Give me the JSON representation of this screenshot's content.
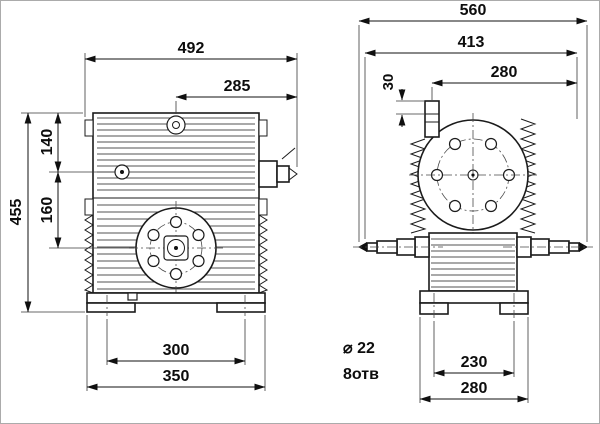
{
  "drawing": {
    "front_view": {
      "dim_overall_width": "492",
      "dim_shaft_offset": "285",
      "dim_top_to_input_axis": "140",
      "dim_axis_spacing": "160",
      "dim_overall_height": "455",
      "dim_foot_holes_span": "300",
      "dim_base_width": "350"
    },
    "side_view": {
      "dim_overall_length": "560",
      "dim_body_length": "413",
      "dim_top_width": "280",
      "dim_flange_offset": "30",
      "dim_hole_dia": "⌀ 22",
      "dim_hole_count": "8отв",
      "dim_foot_holes_span": "230",
      "dim_base_width": "280"
    }
  }
}
